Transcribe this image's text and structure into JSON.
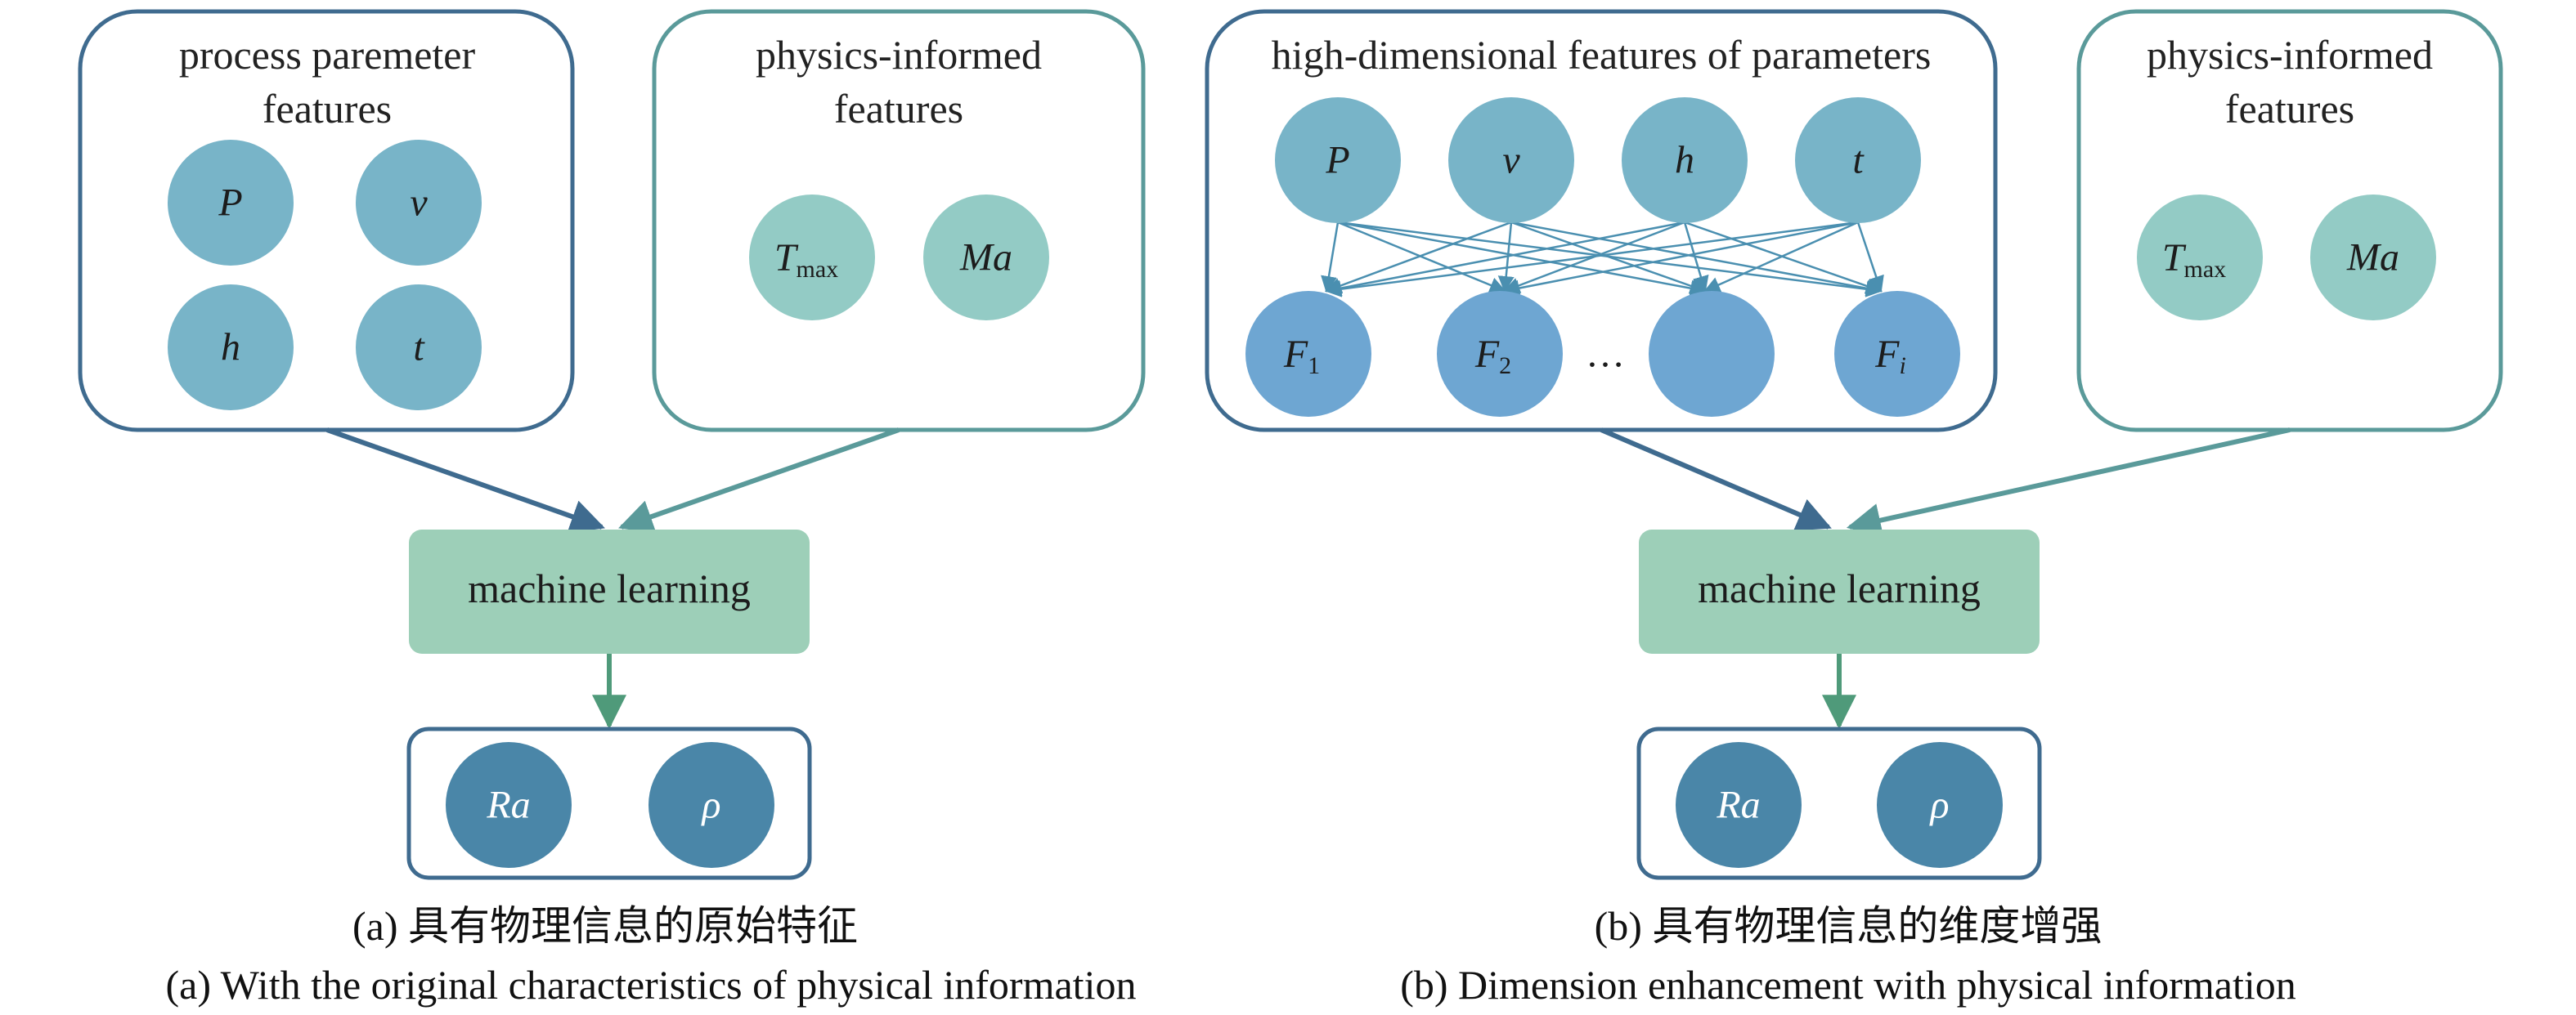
{
  "panel_a": {
    "box1_title_line1": "process paremeter",
    "box1_title_line2": "features",
    "box1_nodes": [
      "P",
      "v",
      "h",
      "t"
    ],
    "box2_title_line1": "physics-informed",
    "box2_title_line2": "features",
    "box2_node1_main": "T",
    "box2_node1_sub": "max",
    "box2_node2": "Ma",
    "ml_label": "machine learning",
    "outputs": [
      "Ra",
      "ρ"
    ],
    "caption_cn": "(a) 具有物理信息的原始特征",
    "caption_en": "(a) With the original characteristics of physical information"
  },
  "panel_b": {
    "box1_title": "high-dimensional features of parameters",
    "input_nodes": [
      "P",
      "v",
      "h",
      "t"
    ],
    "feature_nodes": [
      {
        "main": "F",
        "sub": "1"
      },
      {
        "main": "F",
        "sub": "2"
      },
      {
        "main": "",
        "sub": ""
      },
      {
        "main": "F",
        "sub": "i"
      }
    ],
    "ellipsis": "…",
    "box2_title_line1": "physics-informed",
    "box2_title_line2": "features",
    "box2_node1_main": "T",
    "box2_node1_sub": "max",
    "box2_node2": "Ma",
    "ml_label": "machine learning",
    "outputs": [
      "Ra",
      "ρ"
    ],
    "caption_cn": "(b) 具有物理信息的维度增强",
    "caption_en": "(b) Dimension enhancement with physical information"
  },
  "colors": {
    "input_node": "#78b4c8",
    "physics_node": "#93cbc5",
    "feature_node": "#6ea6d2",
    "ml_box": "#9dcfb8",
    "output_node": "#4a86a8",
    "arrow_dark": "#3f6b8f",
    "arrow_teal": "#5a9a9a",
    "arrow_green": "#4f9a7a"
  }
}
